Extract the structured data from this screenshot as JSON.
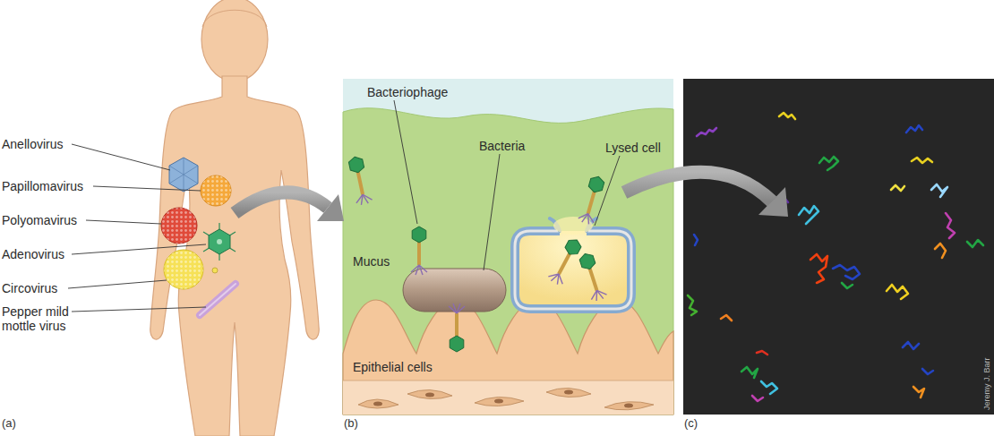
{
  "diagram": {
    "labels": [
      "Anellovirus",
      "Papillomavirus",
      "Polyomavirus",
      "Adenovirus",
      "Circovirus",
      "Pepper mild mottle virus",
      "Bacteriophage",
      "Bacteria",
      "Lysed cell",
      "Mucus",
      "Epithelial cells",
      "Jeremy J. Barr",
      "(a)",
      "(b)",
      "(c)"
    ]
  }
}
